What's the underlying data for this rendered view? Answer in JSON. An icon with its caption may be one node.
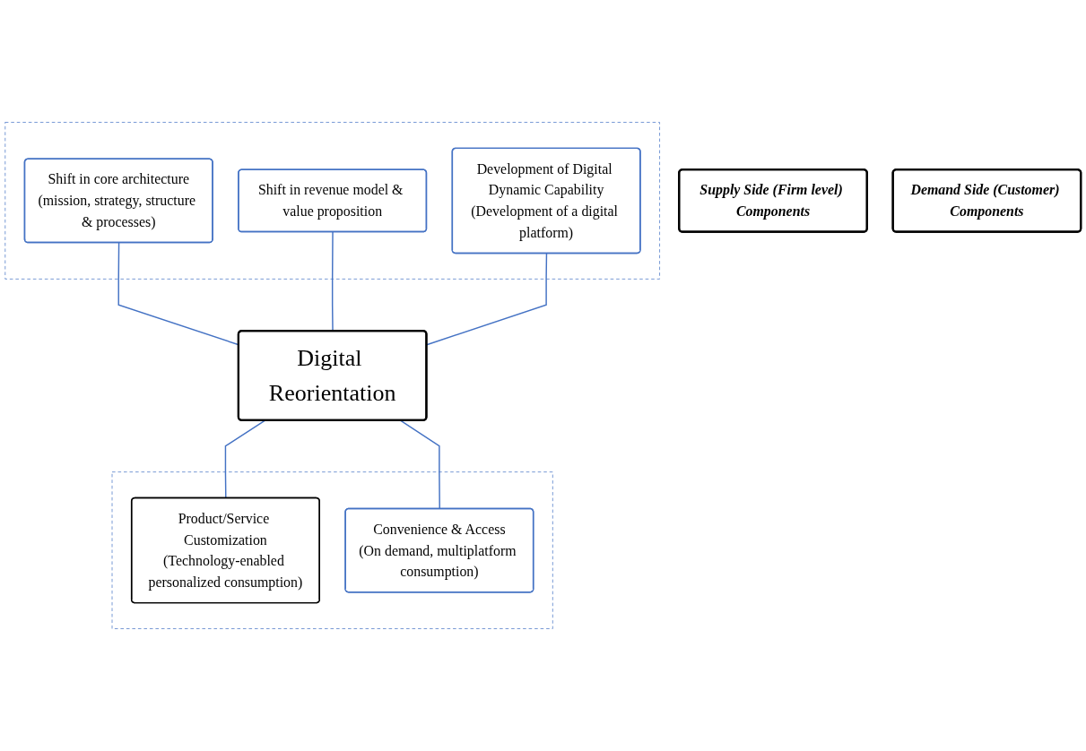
{
  "diagram": {
    "nodes": [
      {
        "text": [],
        "shape": "box"
      },
      {
        "text": [
          "Shift in core architecture",
          "(mission, strategy, structure & processes)"
        ],
        "in": 0
      },
      {
        "text": [
          "Shift in revenue model & value proposition"
        ],
        "in": 0
      },
      {
        "text": [
          "Development of Digital Dynamic Capability",
          "(Development of a digital platform)"
        ],
        "in": 0
      },
      {
        "text": [
          "Supply Side (Firm level) Components"
        ]
      },
      {
        "text": [
          "Digital Reorientation"
        ]
      },
      {
        "text": [],
        "shape": "box"
      },
      {
        "text": [
          "Product/Service Customization",
          "(Technology-enabled personalized consumption)"
        ],
        "in": 6
      },
      {
        "text": [
          "Convenience & Access",
          "(On demand, multiplatform consumption)"
        ],
        "in": 6
      },
      {
        "text": [
          "Demand Side (Customer) Components"
        ]
      }
    ],
    "edges": [
      {
        "from": 1,
        "to": 5,
        "arrow": "none"
      },
      {
        "from": 2,
        "to": 5,
        "arrow": "none"
      },
      {
        "from": 3,
        "to": 5,
        "arrow": "none"
      },
      {
        "from": 5,
        "to": 7,
        "arrow": "none"
      },
      {
        "from": 5,
        "to": 8,
        "arrow": "none"
      }
    ]
  }
}
